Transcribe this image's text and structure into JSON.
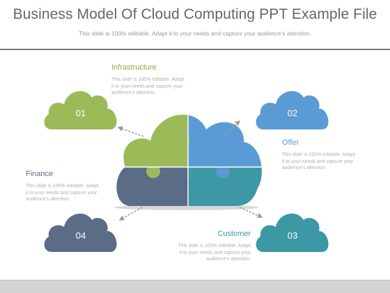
{
  "slide": {
    "title": "Business Model Of Cloud Computing PPT Example File",
    "subtitle": "This slide is 100% editable. Adapt it to your needs and capture your audience's attention."
  },
  "colors": {
    "green": "#9bbb59",
    "blue": "#5b9bd5",
    "teal": "#3b98a4",
    "slate": "#5b6d86",
    "label_green": "#8aa94a",
    "label_blue": "#5b9bd5",
    "label_teal": "#3b98a4",
    "label_slate": "#5b6d86"
  },
  "items": [
    {
      "number": "01",
      "label": "Infrastructure",
      "desc_lines": [
        "This slide is 100% editable. Adapt",
        "it to your needs and capture your",
        "audience's attention."
      ]
    },
    {
      "number": "02",
      "label": "Offer",
      "desc_lines": [
        "This slide is 100% editable. Adapt",
        "it to your needs and capture your",
        "audience's attention."
      ]
    },
    {
      "number": "03",
      "label": "Customer",
      "desc_lines": [
        "This slide is 100% editable. Adapt",
        "it to your needs and capture your",
        "audience's attention."
      ]
    },
    {
      "number": "04",
      "label": "Finance",
      "desc_lines": [
        "This slide is 100% editable. Adapt",
        "it to your needs and capture your",
        "audience's attention."
      ]
    }
  ]
}
